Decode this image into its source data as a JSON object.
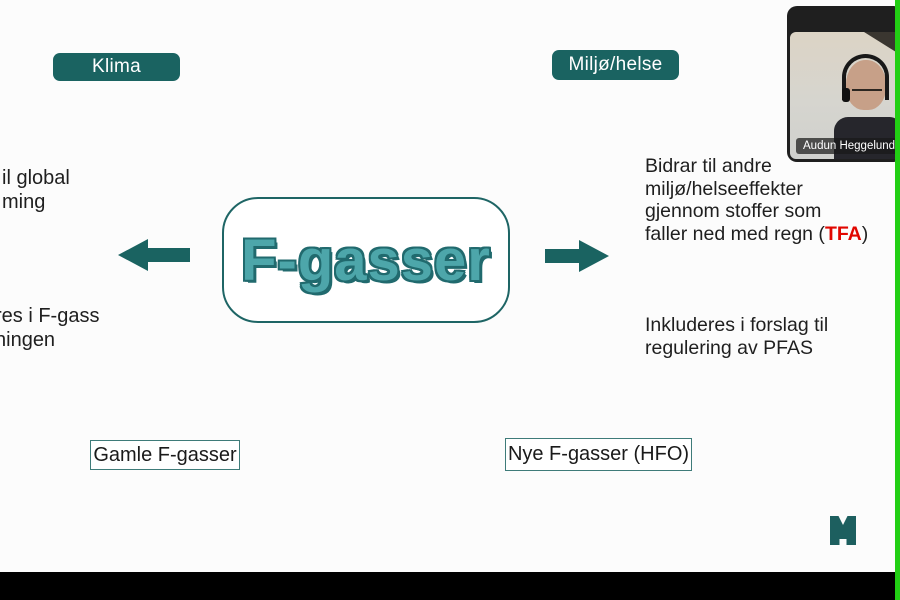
{
  "slide": {
    "klima_label": "Klima",
    "miljo_label": "Miljø/helse",
    "center_title": "F-gasser",
    "left_text_1": {
      "line1": "il global",
      "line2": "ming"
    },
    "left_text_2": {
      "line1": "res i F-gass",
      "line2": "ningen"
    },
    "right_text_1": {
      "line1": "Bidrar til andre",
      "line2": "miljø/helseeffekter",
      "line3": "gjennom stoffer som",
      "line4_prefix": "faller ned med regn (",
      "line4_highlight": "TFA",
      "line4_suffix": ")"
    },
    "right_text_2": {
      "line1": "Inkluderes i forslag til",
      "line2": "regulering av PFAS"
    },
    "gamle_label": "Gamle F-gasser",
    "nye_label": "Nye F-gasser (HFO)"
  },
  "webcam": {
    "participant_name": "Audun Heggelund"
  },
  "icons": {
    "arrow_left": "left-arrow-icon",
    "arrow_right": "right-arrow-icon",
    "logo": "miljodirektoratet-m-logo"
  },
  "colors": {
    "teal": "#1a6361",
    "title_fill": "#4da6aa",
    "title_outline": "#216a6e",
    "highlight_red": "#e10600",
    "active_speaker_green": "#22cf14",
    "logo_teal": "#1d5f5f"
  }
}
